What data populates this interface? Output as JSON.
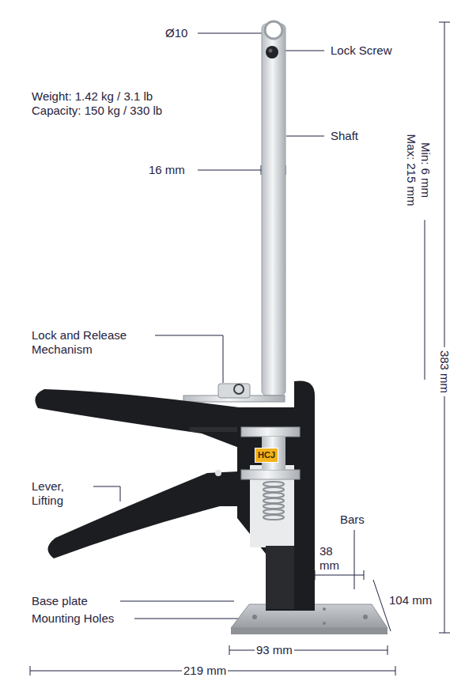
{
  "diagram": {
    "labels": [
      "Ø10",
      "Lock Screw",
      "Weight: 1.42 kg / 3.1 lb",
      "Capacity: 150 kg / 330 lb",
      "Shaft",
      "16 mm",
      "Min: 6 mm",
      "Max: 215 mm",
      "383 mm",
      "Lock and Release Mechanism",
      "Lever, Lifting",
      "HCJ",
      "Bars",
      "38 mm",
      "104 mm",
      "Base plate",
      "Mounting Holes",
      "93 mm",
      "219 mm"
    ]
  }
}
